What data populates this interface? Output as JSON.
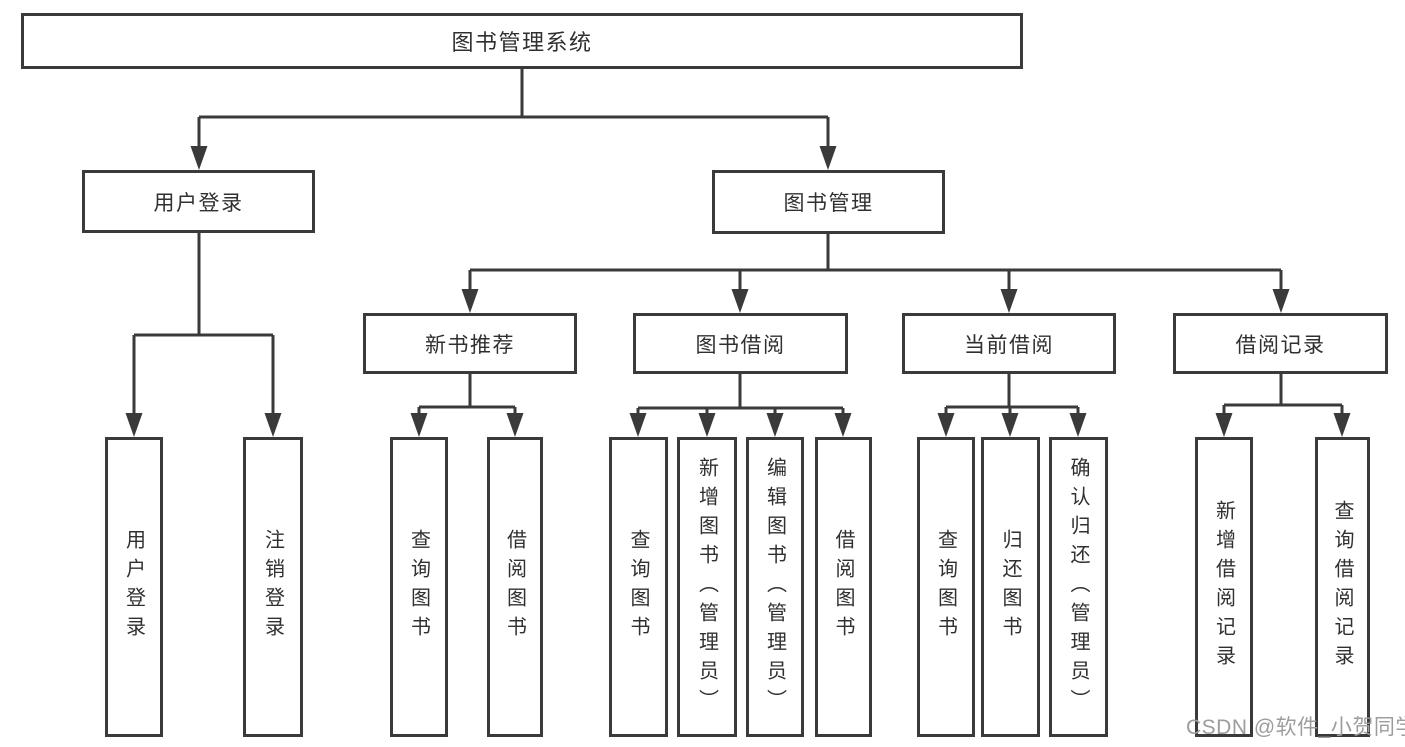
{
  "colors": {
    "line": "#3a3a3a",
    "box_border": "#3a3a3a",
    "box_fill": "#ffffff",
    "text": "#303030",
    "watermark": "#9d9d9d",
    "background": "#ffffff"
  },
  "tree": {
    "label": "图书管理系统",
    "children": [
      {
        "label": "用户登录",
        "children": [
          {
            "label": "用户登录"
          },
          {
            "label": "注销登录"
          }
        ]
      },
      {
        "label": "图书管理",
        "children": [
          {
            "label": "新书推荐",
            "children": [
              {
                "label": "查询图书"
              },
              {
                "label": "借阅图书"
              }
            ]
          },
          {
            "label": "图书借阅",
            "children": [
              {
                "label": "查询图书"
              },
              {
                "label": "新增图书（管理员）"
              },
              {
                "label": "编辑图书（管理员）"
              },
              {
                "label": "借阅图书"
              }
            ]
          },
          {
            "label": "当前借阅",
            "children": [
              {
                "label": "查询图书"
              },
              {
                "label": "归还图书"
              },
              {
                "label": "确认归还（管理员）"
              }
            ]
          },
          {
            "label": "借阅记录",
            "children": [
              {
                "label": "新增借阅记录"
              },
              {
                "label": "查询借阅记录"
              }
            ]
          }
        ]
      }
    ]
  },
  "watermark": {
    "text": "CSDN @软件_小贺同学"
  }
}
